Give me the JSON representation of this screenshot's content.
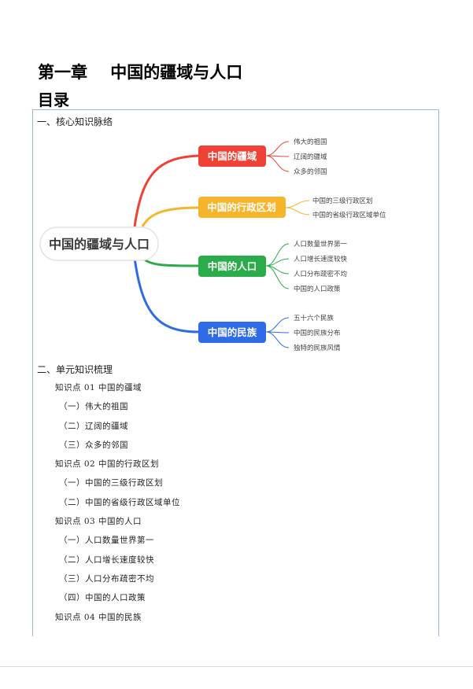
{
  "chapter": {
    "title": "第一章    中国的疆域与人口",
    "toc_label": "目录"
  },
  "section1": {
    "heading": "一、核心知识脉络"
  },
  "mindmap": {
    "root": "中国的疆域与人口",
    "branches": [
      {
        "label": "中国的疆域",
        "color": "#ef4136",
        "leaves": [
          "伟大的祖国",
          "辽阔的疆域",
          "众多的邻国"
        ]
      },
      {
        "label": "中国的行政区划",
        "color": "#f7b52c",
        "leaves": [
          "中国的三级行政区划",
          "中国的省级行政区域单位"
        ]
      },
      {
        "label": "中国的人口",
        "color": "#2bac4a",
        "leaves": [
          "人口数量世界第一",
          "人口增长速度较快",
          "人口分布疏密不均",
          "中国的人口政策"
        ]
      },
      {
        "label": "中国的民族",
        "color": "#2f6be6",
        "leaves": [
          "五十六个民族",
          "中国的民族分布",
          "独特的民族风情"
        ]
      }
    ]
  },
  "section2": {
    "heading": "二、单元知识梳理",
    "items": [
      {
        "text": "知识点 01  中国的疆域",
        "level": 1
      },
      {
        "text": "（一）伟大的祖国",
        "level": 2
      },
      {
        "text": "（二）辽阔的疆域",
        "level": 2
      },
      {
        "text": "（三）众多的邻国",
        "level": 2
      },
      {
        "text": "知识点 02  中国的行政区划",
        "level": 1
      },
      {
        "text": "（一）中国的三级行政区划",
        "level": 2
      },
      {
        "text": "（二）中国的省级行政区域单位",
        "level": 2
      },
      {
        "text": "知识点 03  中国的人口",
        "level": 1
      },
      {
        "text": "（一）人口数量世界第一",
        "level": 2
      },
      {
        "text": "（二）人口增长速度较快",
        "level": 2
      },
      {
        "text": "（三）人口分布疏密不均",
        "level": 2
      },
      {
        "text": "（四）中国的人口政策",
        "level": 2
      },
      {
        "text": "知识点 04  中国的民族",
        "level": 1
      }
    ]
  }
}
